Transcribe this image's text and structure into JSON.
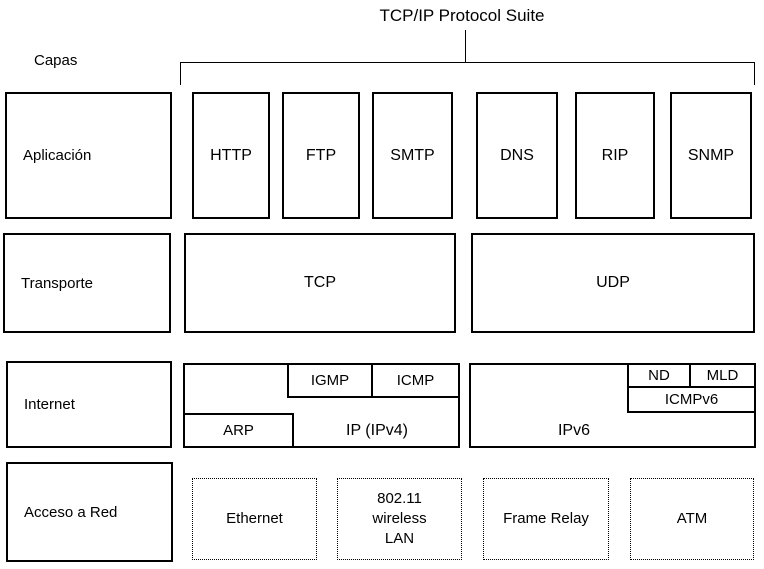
{
  "title": "TCP/IP Protocol Suite",
  "layers_heading": "Capas",
  "layers": [
    {
      "label": "Aplicación"
    },
    {
      "label": "Transporte"
    },
    {
      "label": "Internet"
    },
    {
      "label": "Acceso a Red"
    }
  ],
  "application_protocols": [
    "HTTP",
    "FTP",
    "SMTP",
    "DNS",
    "RIP",
    "SNMP"
  ],
  "transport_protocols": [
    "TCP",
    "UDP"
  ],
  "internet": {
    "ipv4": {
      "label": "IP (IPv4)",
      "top_boxes": [
        "IGMP",
        "ICMP"
      ],
      "side_box": "ARP"
    },
    "ipv6": {
      "label": "IPv6",
      "top_boxes": [
        "ND",
        "MLD"
      ],
      "sub_box": "ICMPv6"
    }
  },
  "network_access": [
    "Ethernet",
    "802.11\nwireless\nLAN",
    "Frame Relay",
    "ATM"
  ],
  "colors": {
    "line": "#000000",
    "background": "#ffffff",
    "text": "#000000"
  }
}
